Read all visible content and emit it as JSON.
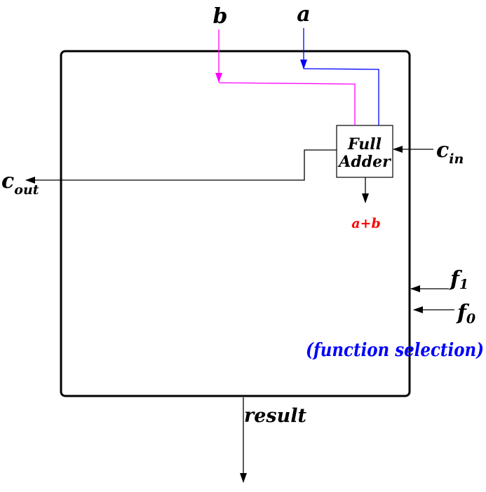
{
  "labels": {
    "a": "a",
    "b": "b",
    "c": "c",
    "cin_sub": "in",
    "cout_sub": "out",
    "f": "f",
    "f1_sub": "1",
    "f0_sub": "0",
    "result": "result",
    "sum": "a+b",
    "function_selection": "(function selection)"
  },
  "full_adder": {
    "line1": "Full",
    "line2": "Adder"
  },
  "colors": {
    "outline": "#000000",
    "wire_a": "#0000ff",
    "wire_b": "#ff00ff",
    "sum_text": "#ff0000",
    "function_selection_text": "#0000ff"
  }
}
